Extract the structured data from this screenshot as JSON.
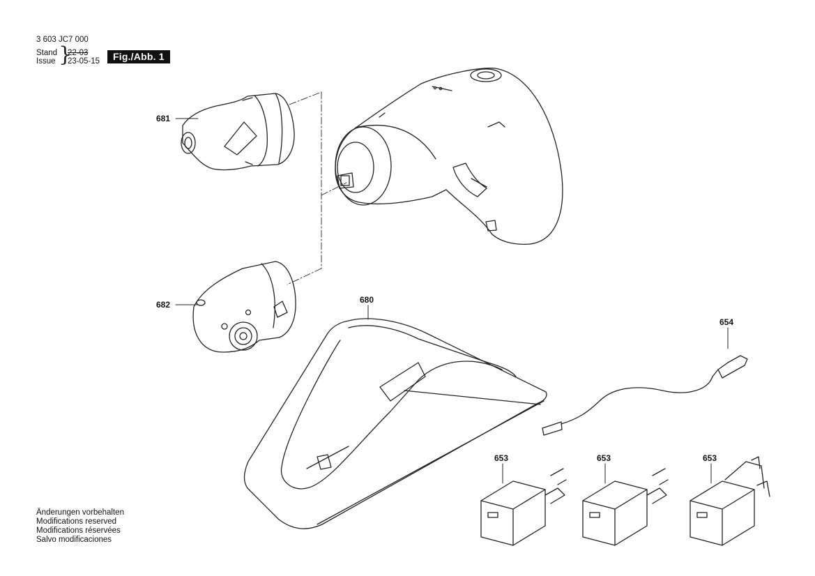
{
  "header": {
    "doc_number": "3 603 JC7 000",
    "stand_label": "Stand",
    "issue_label": "Issue",
    "stand_date": "22-03",
    "issue_date": "23-05-15",
    "figure_label": "Fig./Abb. 1"
  },
  "callouts": {
    "p681": "681",
    "p682": "682",
    "p680": "680",
    "p654": "654",
    "p653a": "653",
    "p653b": "653",
    "p653c": "653"
  },
  "notes": [
    "Änderungen vorbehalten",
    "Modifications reserved",
    "Modifications réservées",
    "Salvo modificaciones"
  ]
}
